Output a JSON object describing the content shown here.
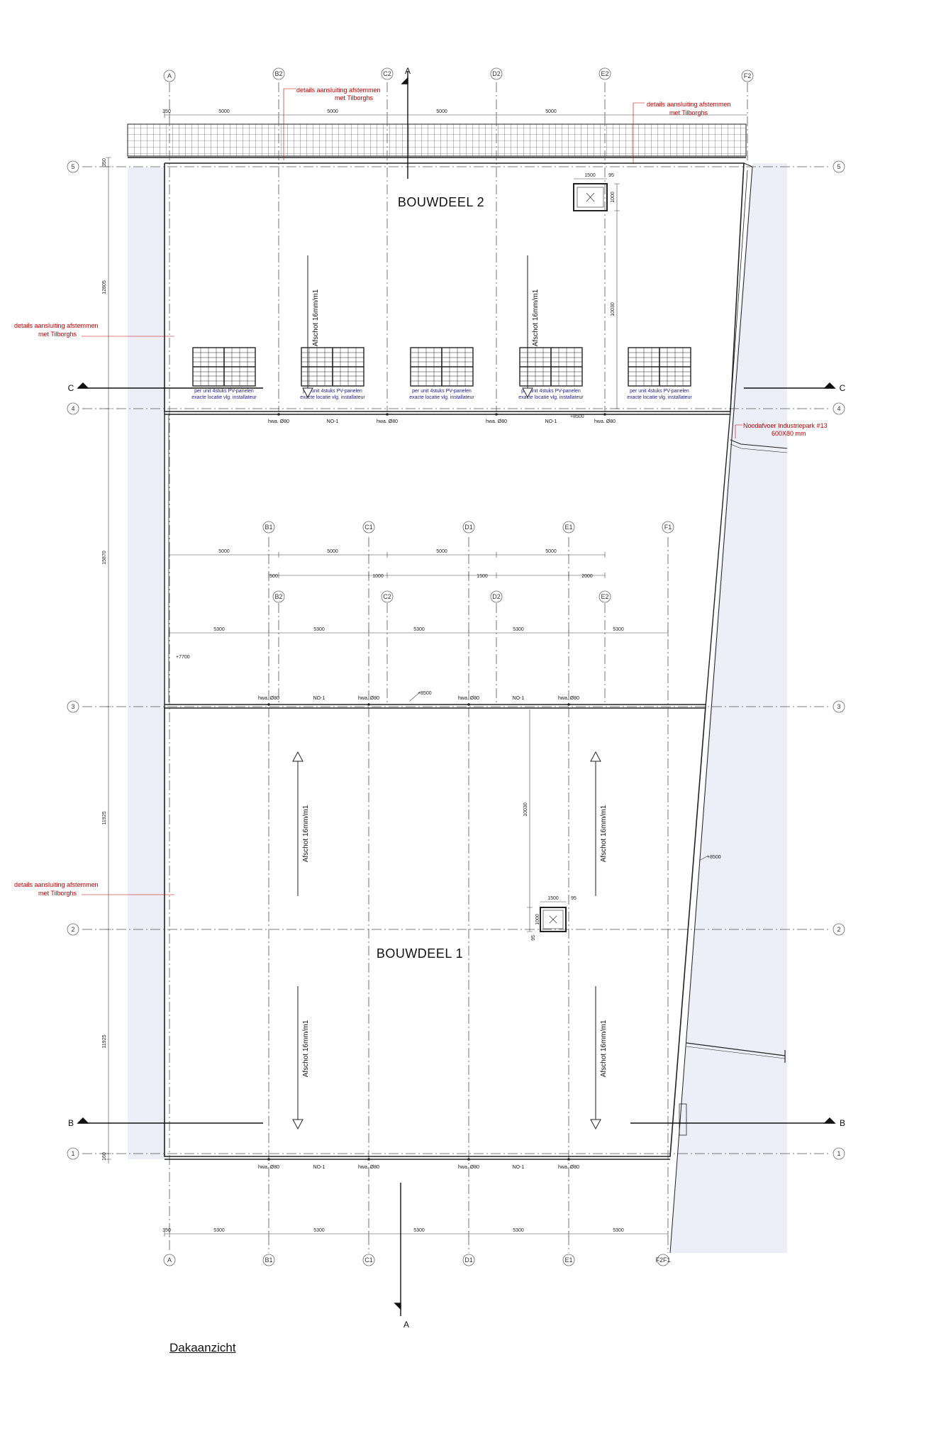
{
  "drawing": {
    "title": "Dakaanzicht",
    "blocks": {
      "bouwdeel_2": "BOUWDEEL 2",
      "bouwdeel_1": "BOUWDEEL 1"
    },
    "grid": {
      "top_labels": [
        "A",
        "B2",
        "C2",
        "D2",
        "E2",
        "F2"
      ],
      "bottom_labels": [
        "A",
        "B1",
        "C1",
        "D1",
        "E1",
        "F2F1"
      ],
      "mid_upper_labels": [
        "B1",
        "C1",
        "D1",
        "E1",
        "F1"
      ],
      "mid_lower_labels": [
        "B2",
        "C2",
        "D2",
        "E2"
      ],
      "row_labels": [
        "5",
        "4",
        "3",
        "2",
        "1"
      ]
    },
    "sections": {
      "a": "A",
      "b": "B",
      "c": "C"
    },
    "dimensions": {
      "top": [
        "350",
        "5000",
        "5000",
        "5000",
        "5000"
      ],
      "mid_5000": [
        "5000",
        "5000",
        "5000",
        "5000"
      ],
      "mid_offsets": [
        "500",
        "1000",
        "1500",
        "2000"
      ],
      "mid_5300": [
        "5300",
        "5300",
        "5300",
        "5300",
        "5300"
      ],
      "bottom": [
        "350",
        "5300",
        "5300",
        "5300",
        "5300",
        "5300"
      ],
      "vertical": [
        "350",
        "12805",
        "15870",
        "11925",
        "11925",
        "160"
      ],
      "hatch1": {
        "w": "1500",
        "edge": "95",
        "h": "1000",
        "run": "10030"
      },
      "hatch2": {
        "w": "1500",
        "edge": "95",
        "h": "1000",
        "edge2": "95",
        "run": "10030"
      }
    },
    "levels": {
      "l8500": "+8500",
      "l7700": "+7700"
    },
    "drain": {
      "hwa": "hwa. Ø80",
      "no": "NO-1"
    },
    "slope": "Afschot 16mm/m1",
    "pv": {
      "line1": "per unit 4stuks PV-panelen",
      "line2": "exacte locatie vlg. installateur"
    },
    "notes": {
      "details_l1": "details aansluiting afstemmen",
      "details_l2": "met Tilborghs",
      "noodafvoer_l1": "Noodafvoer Industriepark #13",
      "noodafvoer_l2": "600X80 mm"
    }
  }
}
